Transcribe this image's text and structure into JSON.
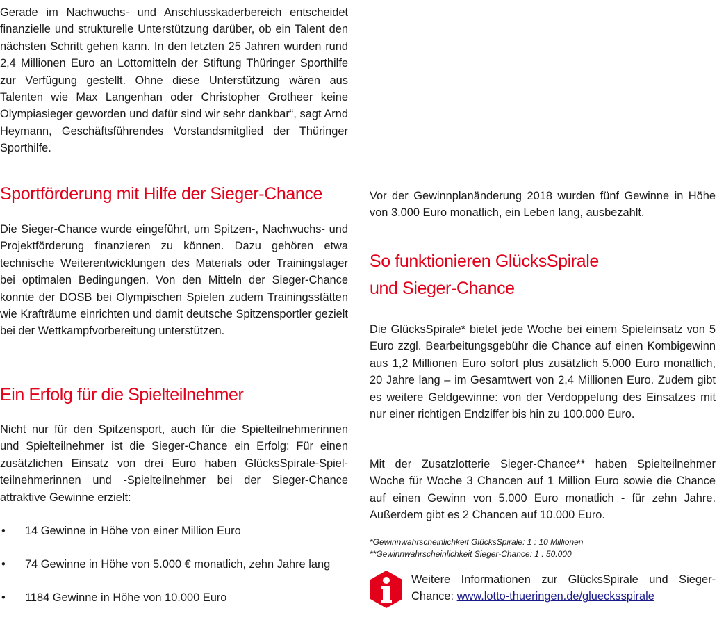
{
  "left": {
    "intro_paragraph": "Gerade im Nachwuchs- und Anschlusskaderbereich entscheidet finanzielle und strukturelle Unterstützung darüber, ob ein Talent den nächsten Schritt gehen kann. In den letzten 25 Jahren wur­den rund 2,4 Millionen Euro an Lottomitteln der Stiftung Thü­ringer Sporthilfe zur Verfügung gestellt. Ohne diese Unterstüt­zung wären aus Talenten wie Max Langenhan oder Christopher Grotheer keine Olympiasieger geworden und dafür sind wir sehr dankbar“, sagt Arnd Heymann, Geschäftsführendes Vorstands­mitglied der Thüringer Sporthilfe.",
    "heading_sportfoerderung": "Sportförderung mit Hilfe der Sieger-Chance",
    "paragraph_sportfoerderung": "Die Sieger-Chance wurde eingeführt, um Spitzen-, Nachwuchs- und Projektförderung finanzieren zu können. Dazu gehören etwa technische Weiterentwicklungen des Materials oder Trai­ningslager bei optimalen Bedingungen. Von den Mitteln der Sie­ger-Chance konnte der DOSB bei Olympischen Spielen zudem Trainingsstätten wie Krafträume einrichten und damit deut­sche Spitzensportler gezielt bei der Wettkampfvorbereitung unterstützen.",
    "heading_erfolg": "Ein Erfolg für die Spielteilnehmer",
    "paragraph_erfolg": "Nicht nur für den Spitzensport, auch für die Spielteilnehmerinnen und Spielteilnehmer ist die Sieger-Chance ein Erfolg: Für einen zusätzlichen Einsatz von drei Euro haben GlücksSpirale-Spiel­teilnehmerinnen und -Spielteilnehmer bei der Sieger-Chance attraktive Gewinne erzielt:",
    "bullet_symbol": "•",
    "bullets": [
      "14 Gewinne in Höhe von einer Million Euro",
      "74 Gewinne in Höhe von 5.000 € monatlich, zehn Jahre lang",
      "1184 Gewinne in Höhe von 10.000 Euro"
    ]
  },
  "right": {
    "paragraph_gewinnplan": "Vor der Gewinnplanänderung 2018 wurden fünf Gewinne in Höhe von 3.000 Euro monatlich, ein Leben lang, ausbezahlt.",
    "heading_line1": "So funktionieren GlücksSpirale",
    "heading_line2": "und Sieger-Chance",
    "paragraph_gluecksspirale": "Die GlücksSpirale* bietet jede Woche bei einem Spieleinsatz von 5 Euro zzgl. Bearbeitungsgebühr die Chance auf einen Kombi­gewinn aus 1,2 Millionen Euro sofort plus zusätzlich 5.000 Euro monatlich, 20 Jahre lang – im Gesamtwert von 2,4 Millionen Euro. Zudem gibt es weitere Geldgewinne: von der Verdoppe­lung des Einsatzes mit nur einer richtigen Endziffer bis hin zu 100.000 Euro.",
    "paragraph_zusatzlotterie": "Mit der Zusatzlotterie Sieger-Chance** haben Spielteilneh­mer Woche für Woche 3 Chancen auf 1 Million Euro sowie die Chance auf einen Gewinn von 5.000 Euro monatlich - für zehn Jahre. Außerdem gibt es 2 Chancen auf 10.000 Euro.",
    "footnote1": "*Gewinnwahrscheinlichkeit GlücksSpirale: 1 : 10 Millionen",
    "footnote2": "**Gewinnwahrscheinlichkeit Sieger-Chance: 1 : 50.000",
    "info_text": "Weitere Informationen zur GlücksSpirale und Sieger-Chance:",
    "info_link": "www.lotto-thueringen.de/gluecksspirale",
    "info_icon": "info-icon",
    "accent_color": "#e2001a"
  }
}
